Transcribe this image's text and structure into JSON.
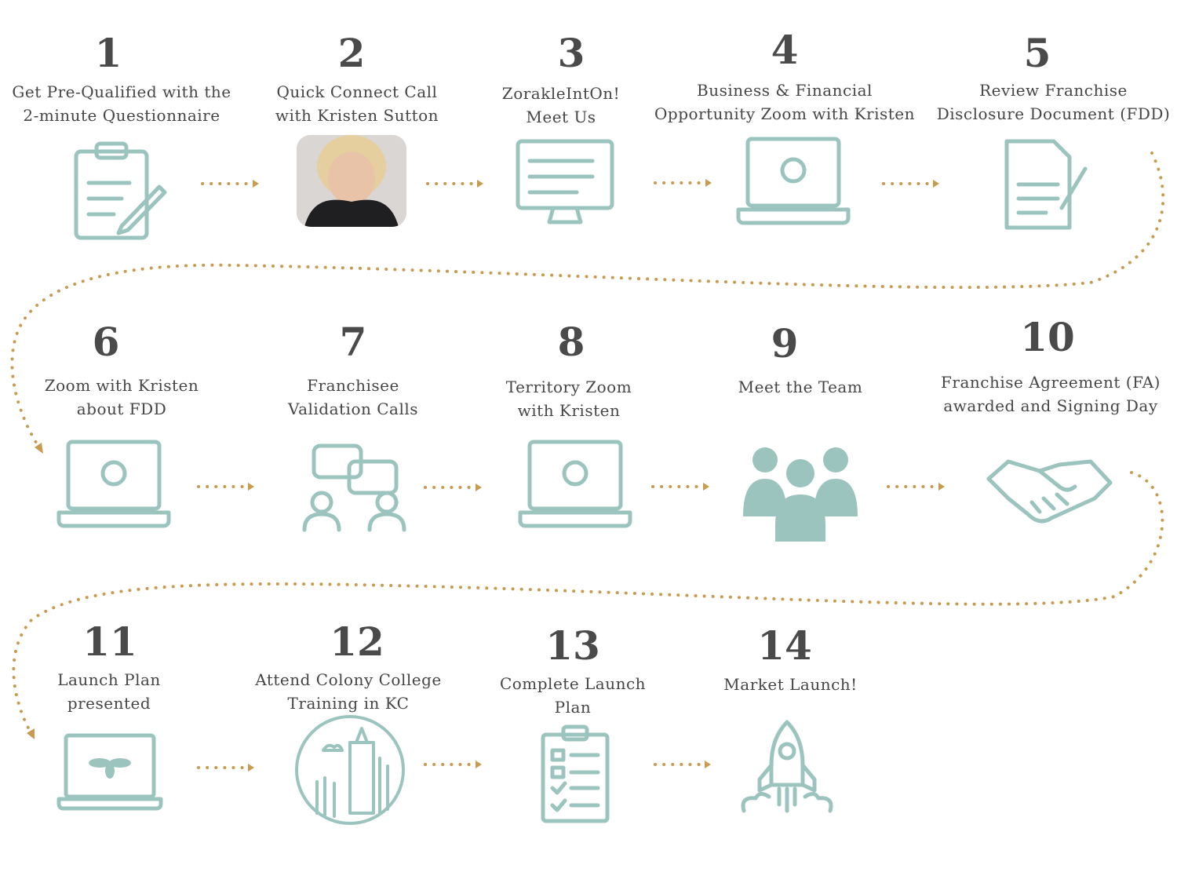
{
  "colors": {
    "accent": "#c89b50",
    "icon": "#9cc4bf",
    "text": "#454545",
    "number": "#4a4a4a"
  },
  "steps": [
    {
      "number": "1",
      "label_lines": [
        "Get Pre-Qualified with the",
        "2-minute Questionnaire"
      ],
      "icon": "clipboard-pencil-icon"
    },
    {
      "number": "2",
      "label_lines": [
        "Quick Connect Call",
        "with Kristen Sutton"
      ],
      "icon": "portrait-photo"
    },
    {
      "number": "3",
      "label_lines": [
        "ZorakleIntOn!",
        "Meet Us"
      ],
      "icon": "desktop-checklist-icon"
    },
    {
      "number": "4",
      "label_lines": [
        "Business & Financial",
        "Opportunity Zoom with Kristen"
      ],
      "icon": "laptop-video-icon"
    },
    {
      "number": "5",
      "label_lines": [
        "Review Franchise",
        "Disclosure Document (FDD)"
      ],
      "icon": "document-pen-icon"
    },
    {
      "number": "6",
      "label_lines": [
        "Zoom with Kristen",
        "about FDD"
      ],
      "icon": "laptop-video-icon"
    },
    {
      "number": "7",
      "label_lines": [
        "Franchisee",
        "Validation Calls"
      ],
      "icon": "chat-people-icon"
    },
    {
      "number": "8",
      "label_lines": [
        "Territory Zoom",
        "with Kristen"
      ],
      "icon": "laptop-video-icon"
    },
    {
      "number": "9",
      "label_lines": [
        "Meet the Team"
      ],
      "icon": "team-people-icon"
    },
    {
      "number": "10",
      "label_lines": [
        "Franchise Agreement (FA)",
        "awarded and Signing Day"
      ],
      "icon": "handshake-icon"
    },
    {
      "number": "11",
      "label_lines": [
        "Launch Plan",
        "presented"
      ],
      "icon": "laptop-bee-icon"
    },
    {
      "number": "12",
      "label_lines": [
        "Attend Colony College",
        "Training in KC"
      ],
      "icon": "city-skyline-icon"
    },
    {
      "number": "13",
      "label_lines": [
        "Complete Launch",
        "Plan"
      ],
      "icon": "checklist-clipboard-icon"
    },
    {
      "number": "14",
      "label_lines": [
        "Market Launch!"
      ],
      "icon": "rocket-icon"
    }
  ]
}
